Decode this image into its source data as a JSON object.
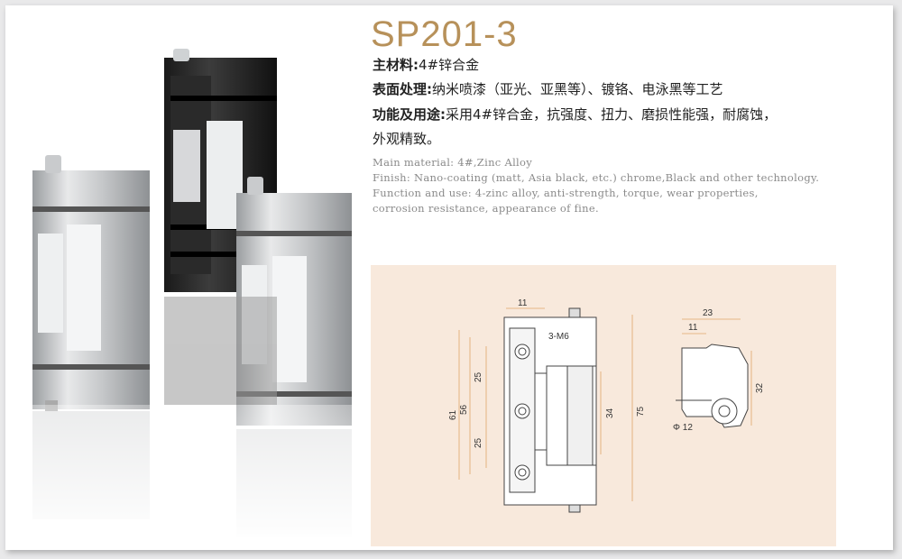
{
  "title": "SP201-3",
  "specs_cn": [
    {
      "label": "主材料:",
      "value": "4#锌合金"
    },
    {
      "label": "表面处理:",
      "value": "纳米喷漆（亚光、亚黑等）、镀铬、电泳黑等工艺"
    },
    {
      "label": "功能及用途:",
      "value": "采用4#锌合金，抗强度、扭力、磨损性能强，耐腐蚀，"
    }
  ],
  "specs_cn_cont": "外观精致。",
  "specs_en": [
    "Main material: 4#,Zinc Alloy",
    "Finish: Nano-coating (matt, Asia black, etc.) chrome,Black and other technology.",
    "Function and use: 4-zinc alloy, anti-strength, torque, wear properties,",
    "corrosion resistance, appearance of fine."
  ],
  "drawing": {
    "dim_11_top": "11",
    "hole_label": "3-M6",
    "dim_25_a": "25",
    "dim_25_b": "25",
    "dim_61": "61",
    "dim_56": "56",
    "dim_34": "34",
    "dim_75": "75",
    "dim_23": "23",
    "dim_11_side": "11",
    "dim_32": "32",
    "dim_phi12": "Φ 12"
  },
  "colors": {
    "title": "#b7915a",
    "drawing_bg": "#f8e9dc",
    "dimension_line": "#e0a46a"
  }
}
